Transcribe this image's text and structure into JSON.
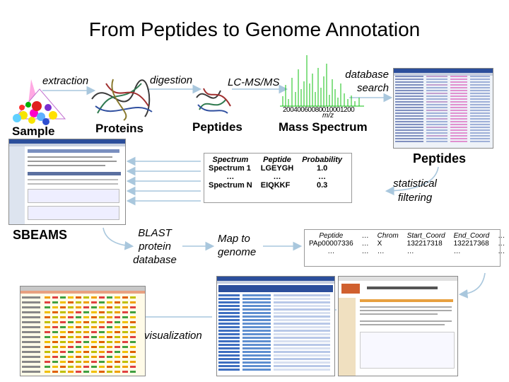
{
  "title": "From Peptides to Genome Annotation",
  "steps": {
    "extraction": "extraction",
    "digestion": "digestion",
    "lcms": "LC-MS/MS",
    "database_search": [
      "database",
      "search"
    ],
    "statistical_filtering": [
      "statistical",
      "filtering"
    ],
    "blast": [
      "BLAST",
      "protein",
      "database"
    ],
    "map_genome": [
      "Map to",
      "genome"
    ],
    "visualization": "visualization"
  },
  "labels": {
    "sample": "Sample",
    "proteins": "Proteins",
    "peptides_left": "Peptides",
    "mass_spectrum": "Mass Spectrum",
    "peptides_right": "Peptides",
    "sbeams": "SBEAMS"
  },
  "spectrum_axis": {
    "ticks": [
      "200",
      "400",
      "600",
      "800",
      "1000",
      "1200"
    ],
    "label": "m/z"
  },
  "peptide_table": {
    "headers": [
      "Spectrum",
      "Peptide",
      "Probability"
    ],
    "rows": [
      [
        "Spectrum 1",
        "LGEYGH",
        "1.0"
      ],
      [
        "…",
        "…",
        "…"
      ],
      [
        "Spectrum N",
        "EIQKKF",
        "0.3"
      ]
    ]
  },
  "genome_table": {
    "headers": [
      "Peptide",
      "…",
      "Chrom",
      "Start_Coord",
      "End_Coord",
      "…"
    ],
    "rows": [
      [
        "PAp00007336",
        "…",
        "X",
        "132217318",
        "132217368",
        "…"
      ],
      [
        "…",
        "…",
        "…",
        "…",
        "…",
        "…"
      ]
    ]
  },
  "colors": {
    "arrow": "#a9c7dd",
    "screenshot_header": "#2b4e9b"
  }
}
